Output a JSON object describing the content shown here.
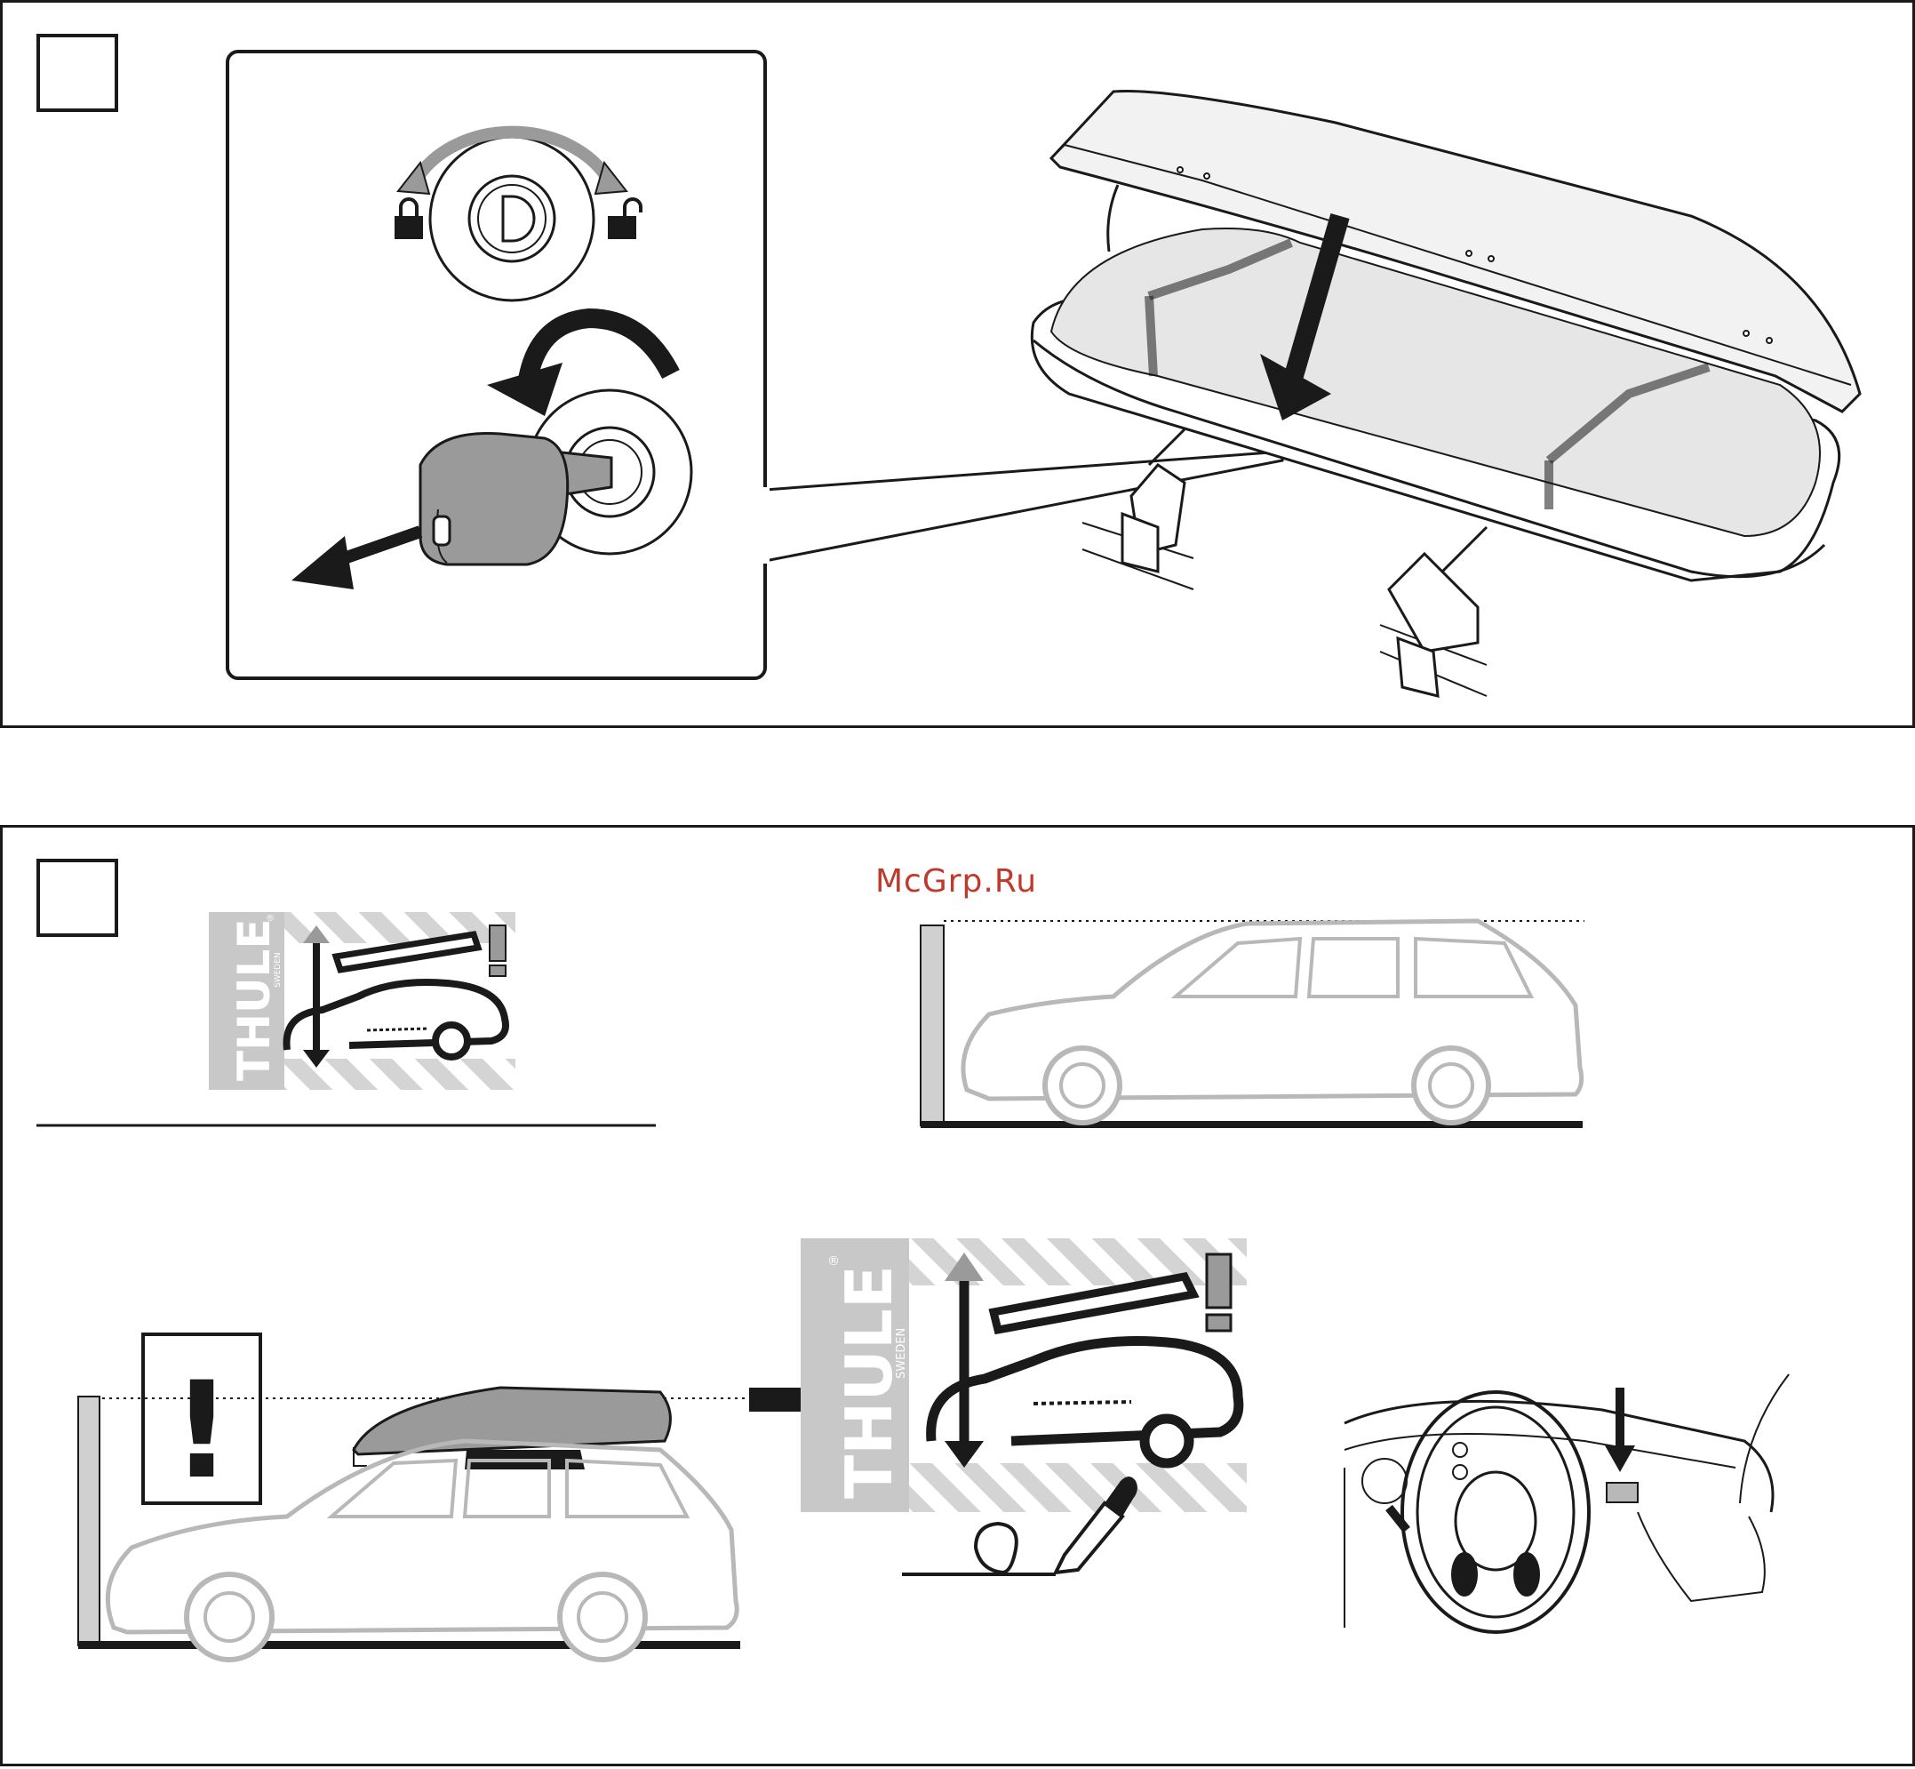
{
  "panels": {
    "top": {
      "step_number": ""
    },
    "bottom": {
      "step_number": ""
    }
  },
  "watermark": "McGrp.Ru",
  "thule_sign": {
    "brand": "THULE",
    "country": "SWEDEN",
    "registered": "®"
  },
  "warning_symbol": "!"
}
